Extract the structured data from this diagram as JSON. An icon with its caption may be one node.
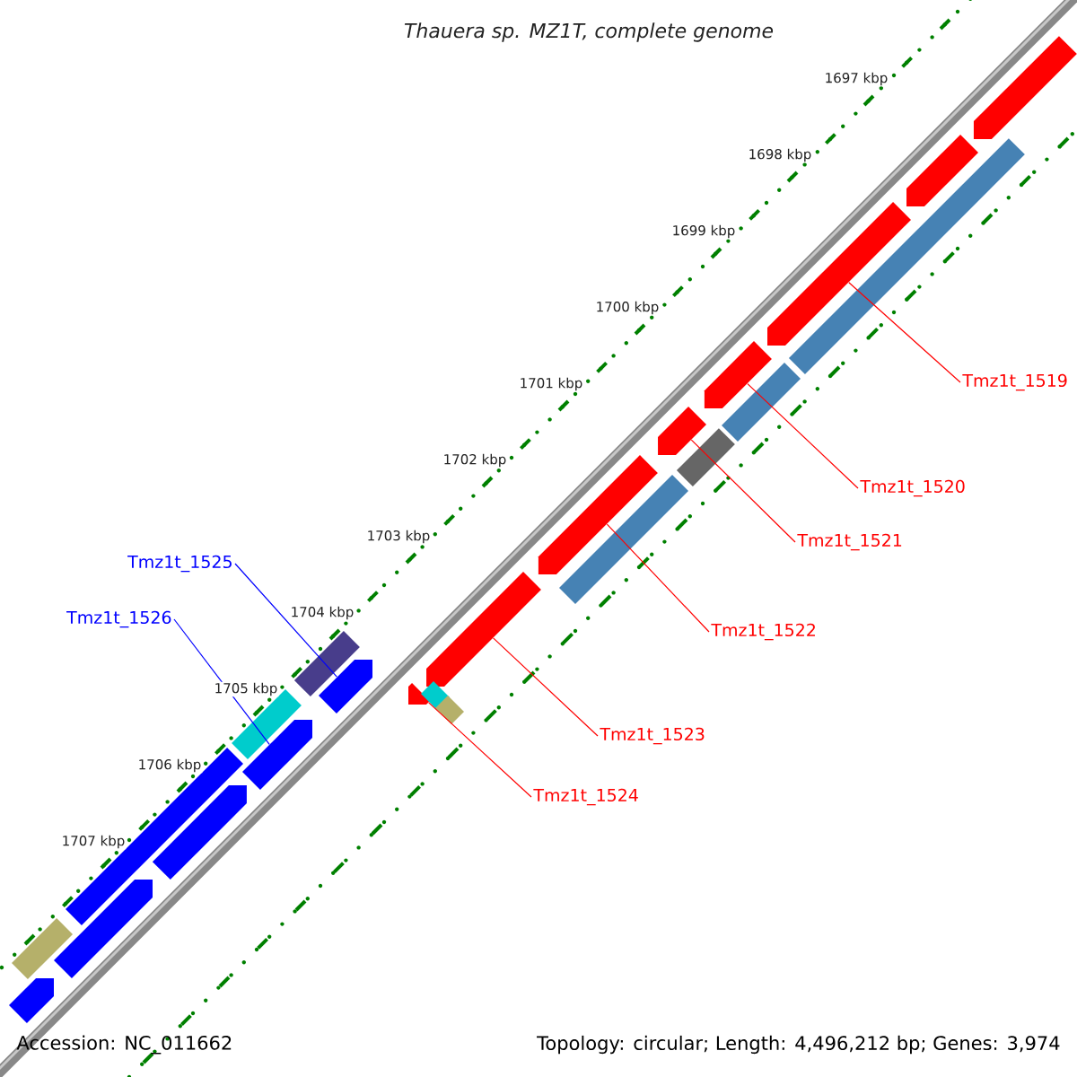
{
  "diagram": {
    "title": "Thauera sp. MZ1T, complete genome",
    "nodes": [
      {
        "text": [
          "Tmz1t_1519"
        ]
      },
      {
        "text": [
          "Tmz1t_1520"
        ]
      },
      {
        "text": [
          "Tmz1t_1521"
        ]
      },
      {
        "text": [
          "Tmz1t_1522"
        ]
      },
      {
        "text": [
          "Tmz1t_1523"
        ]
      },
      {
        "text": [
          "Tmz1t_1524"
        ]
      },
      {
        "text": [
          "Tmz1t_1525"
        ]
      },
      {
        "text": [
          "Tmz1t_1526"
        ]
      },
      {
        "text": [],
        "shape": "arrow"
      },
      {
        "text": [],
        "shape": "arrow"
      },
      {
        "text": [],
        "shape": "arrow"
      },
      {
        "text": [],
        "shape": "arrow"
      },
      {
        "text": [],
        "shape": "arrow"
      },
      {
        "text": [],
        "shape": "arrow"
      },
      {
        "text": [],
        "shape": "arrow"
      },
      {
        "text": [],
        "shape": "arrow"
      },
      {
        "text": [],
        "shape": "arrow"
      },
      {
        "text": [],
        "shape": "arrow"
      },
      {
        "text": [],
        "shape": "bar"
      },
      {
        "text": [],
        "shape": "bar"
      },
      {
        "text": [],
        "shape": "bar"
      },
      {
        "text": [],
        "shape": "bar"
      },
      {
        "text": [],
        "shape": "bar"
      },
      {
        "text": [],
        "shape": "bar"
      },
      {
        "text": [],
        "shape": "bar"
      },
      {
        "text": [],
        "shape": "bar"
      },
      {
        "text": [],
        "shape": "bar"
      },
      {
        "text": [],
        "shape": "bar"
      },
      {
        "text": [],
        "shape": "arrow"
      },
      {
        "text": [],
        "shape": "arrow"
      },
      {
        "text": [],
        "shape": "arrow"
      }
    ],
    "edges": [
      {
        "from": 0,
        "to": 8,
        "arrow": "none"
      },
      {
        "from": 1,
        "to": 9,
        "arrow": "none"
      },
      {
        "from": 2,
        "to": 10,
        "arrow": "none"
      },
      {
        "from": 3,
        "to": 11,
        "arrow": "none"
      },
      {
        "from": 4,
        "to": 12,
        "arrow": "none"
      },
      {
        "from": 5,
        "to": 13,
        "arrow": "none"
      },
      {
        "from": 6,
        "to": 14,
        "arrow": "none",
        "color": "#0000ff"
      },
      {
        "from": 7,
        "to": 15,
        "arrow": "none",
        "color": "#0000ff"
      }
    ],
    "labels": [
      "1697 kbp",
      "1698 kbp",
      "1699 kbp",
      "1700 kbp",
      "1701 kbp",
      "1702 kbp",
      "1703 kbp",
      "1704 kbp",
      "1705 kbp",
      "1706 kbp",
      "1707 kbp",
      "Accession: NC_011662",
      "Topology: circular; Length: 4,496,212 bp; Genes: 3,974"
    ]
  }
}
